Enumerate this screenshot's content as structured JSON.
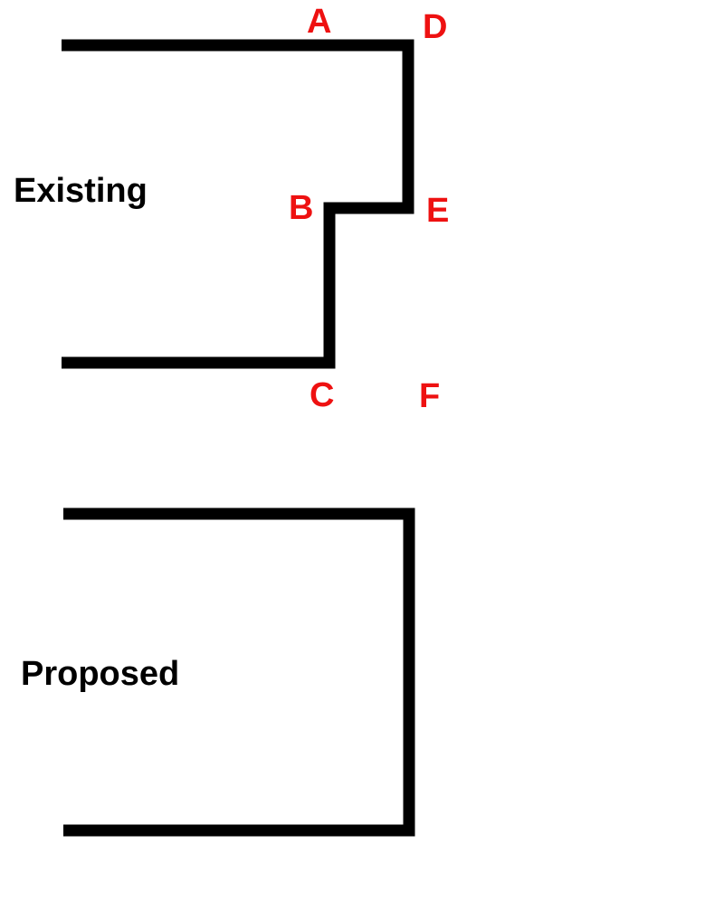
{
  "sections": {
    "existing_label": "Existing",
    "proposed_label": "Proposed"
  },
  "points": {
    "A": "A",
    "B": "B",
    "C": "C",
    "D": "D",
    "E": "E",
    "F": "F"
  },
  "colors": {
    "outline": "#000000",
    "point_labels": "#ee1111",
    "background": "#ffffff"
  }
}
